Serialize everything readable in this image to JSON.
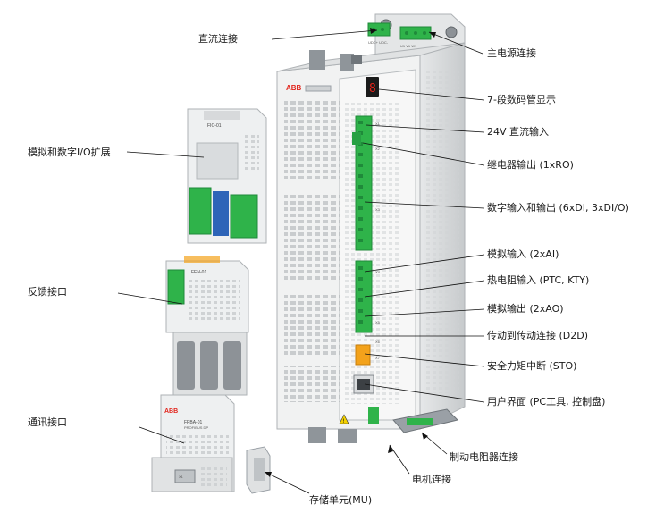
{
  "callouts_left": {
    "dc_connection": "直流连接",
    "analog_digital_io_ext": "模拟和数字I/O扩展",
    "feedback_interface": "反馈接口",
    "comm_interface": "通讯接口"
  },
  "callouts_right": {
    "main_power": "主电源连接",
    "seven_segment": "7-段数码管显示",
    "dc24_input": "24V 直流输入",
    "relay_output": "继电器输出 (1xRO)",
    "digital_io": "数字输入和输出 (6xDI, 3xDI/O)",
    "analog_input": "模拟输入 (2xAI)",
    "thermistor": "热电阻输入 (PTC, KTY)",
    "analog_output": "模拟输出 (2xAO)",
    "d2d": "传动到传动连接 (D2D)",
    "sto": "安全力矩中断 (STO)",
    "user_interface": "用户界面 (PC工具, 控制盘)",
    "brake_resistor": "制动电阻器连接"
  },
  "callouts_bottom": {
    "storage_unit": "存储单元(MU)",
    "motor_connection": "电机连接"
  },
  "device_markings": {
    "brand": "ABB",
    "module_fio": "FIO-01",
    "module_fen": "FEN-01",
    "module_fpba": "FPBA-01",
    "module_fpba_sub": "PROFIBUS DP",
    "x1": "X1",
    "udc_label": "UDC+ UDC-",
    "mains_label": "U1  V1  W1",
    "display_digit": "8",
    "side_codes": [
      "X1",
      "X2",
      "X3",
      "X4",
      "X5",
      "X6",
      "X7"
    ]
  },
  "colors": {
    "terminal_green": "#2fb34a",
    "terminal_dark_green": "#1f8a3a",
    "sto_orange": "#f3a21b",
    "fio_blue": "#2d64b8",
    "abb_red": "#e2231a",
    "housing": "#f1f2f2",
    "housing_shade": "#d9dbdc",
    "metal": "#9aa0a6"
  }
}
